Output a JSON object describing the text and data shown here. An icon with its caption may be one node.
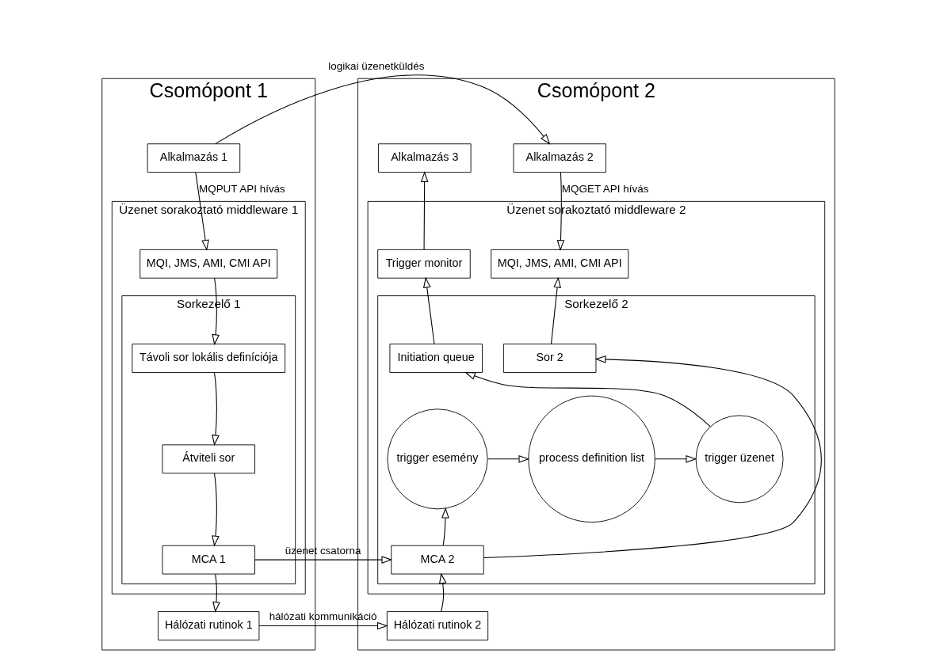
{
  "diagram": {
    "nodes": [
      {
        "text": [
          "Csomópont 1"
        ]
      },
      {
        "text": [
          "Alkalmazás 1"
        ],
        "in": 0
      },
      {
        "text": [
          "Üzenet sorakoztató middleware 1"
        ],
        "in": 0
      },
      {
        "text": [
          "MQI, JMS, AMI, CMI API"
        ],
        "in": 2
      },
      {
        "text": [
          "Sorkezelő 1"
        ],
        "in": 2
      },
      {
        "text": [
          "Távoli sor lokális definíciója"
        ],
        "in": 4
      },
      {
        "text": [
          "Átviteli sor"
        ],
        "in": 4
      },
      {
        "text": [
          "MCA 1"
        ],
        "in": 4
      },
      {
        "text": [
          "Hálózati rutinok 1"
        ],
        "in": 0
      },
      {
        "text": [
          "Csomópont 2"
        ]
      },
      {
        "text": [
          "Alkalmazás 2"
        ],
        "in": 9
      },
      {
        "text": [
          "Alkalmazás 3"
        ],
        "in": 9
      },
      {
        "text": [
          "Üzenet sorakoztató middleware 2"
        ],
        "in": 9
      },
      {
        "text": [
          "MQI, JMS, AMI, CMI API"
        ],
        "in": 12
      },
      {
        "text": [
          "Trigger monitor"
        ],
        "in": 12
      },
      {
        "text": [
          "Sorkezelő 2"
        ],
        "in": 12
      },
      {
        "text": [
          "Sor 2"
        ],
        "in": 15
      },
      {
        "text": [
          "Initiation queue"
        ],
        "in": 15
      },
      {
        "text": [
          "trigger esemény"
        ],
        "in": 15
      },
      {
        "text": [
          "process definition list"
        ],
        "in": 15
      },
      {
        "text": [
          "trigger üzenet"
        ],
        "in": 15
      },
      {
        "text": [
          "MCA 2"
        ],
        "in": 15
      },
      {
        "text": [
          "Hálózati rutinok 2"
        ],
        "in": 9
      }
    ],
    "edges": [
      {
        "from": 1,
        "to": 10,
        "arrow": "to",
        "label": "logikai üzenetküldés"
      },
      {
        "from": 1,
        "to": 3,
        "arrow": "to",
        "label": "MQPUT API hívás"
      },
      {
        "from": 10,
        "to": 13,
        "arrow": "to",
        "label": "MQGET API hívás"
      },
      {
        "from": 14,
        "to": 11,
        "arrow": "to"
      },
      {
        "from": 3,
        "to": 5,
        "arrow": "to"
      },
      {
        "from": 16,
        "to": 13,
        "arrow": "to"
      },
      {
        "from": 17,
        "to": 14,
        "arrow": "to"
      },
      {
        "from": 5,
        "to": 6,
        "arrow": "to"
      },
      {
        "from": 21,
        "to": 16,
        "arrow": "to"
      },
      {
        "from": 20,
        "to": 17,
        "arrow": "to"
      },
      {
        "from": 21,
        "to": 18,
        "arrow": "to"
      },
      {
        "from": 18,
        "to": 19,
        "arrow": "to"
      },
      {
        "from": 19,
        "to": 20,
        "arrow": "to"
      },
      {
        "from": 6,
        "to": 7,
        "arrow": "to"
      },
      {
        "from": 7,
        "to": 21,
        "arrow": "to",
        "label": "üzenet csatorna"
      },
      {
        "from": 7,
        "to": 8,
        "arrow": "to"
      },
      {
        "from": 22,
        "to": 21,
        "arrow": "to"
      },
      {
        "from": 8,
        "to": 22,
        "arrow": "to",
        "label": "hálózati kommunikáció"
      }
    ]
  }
}
